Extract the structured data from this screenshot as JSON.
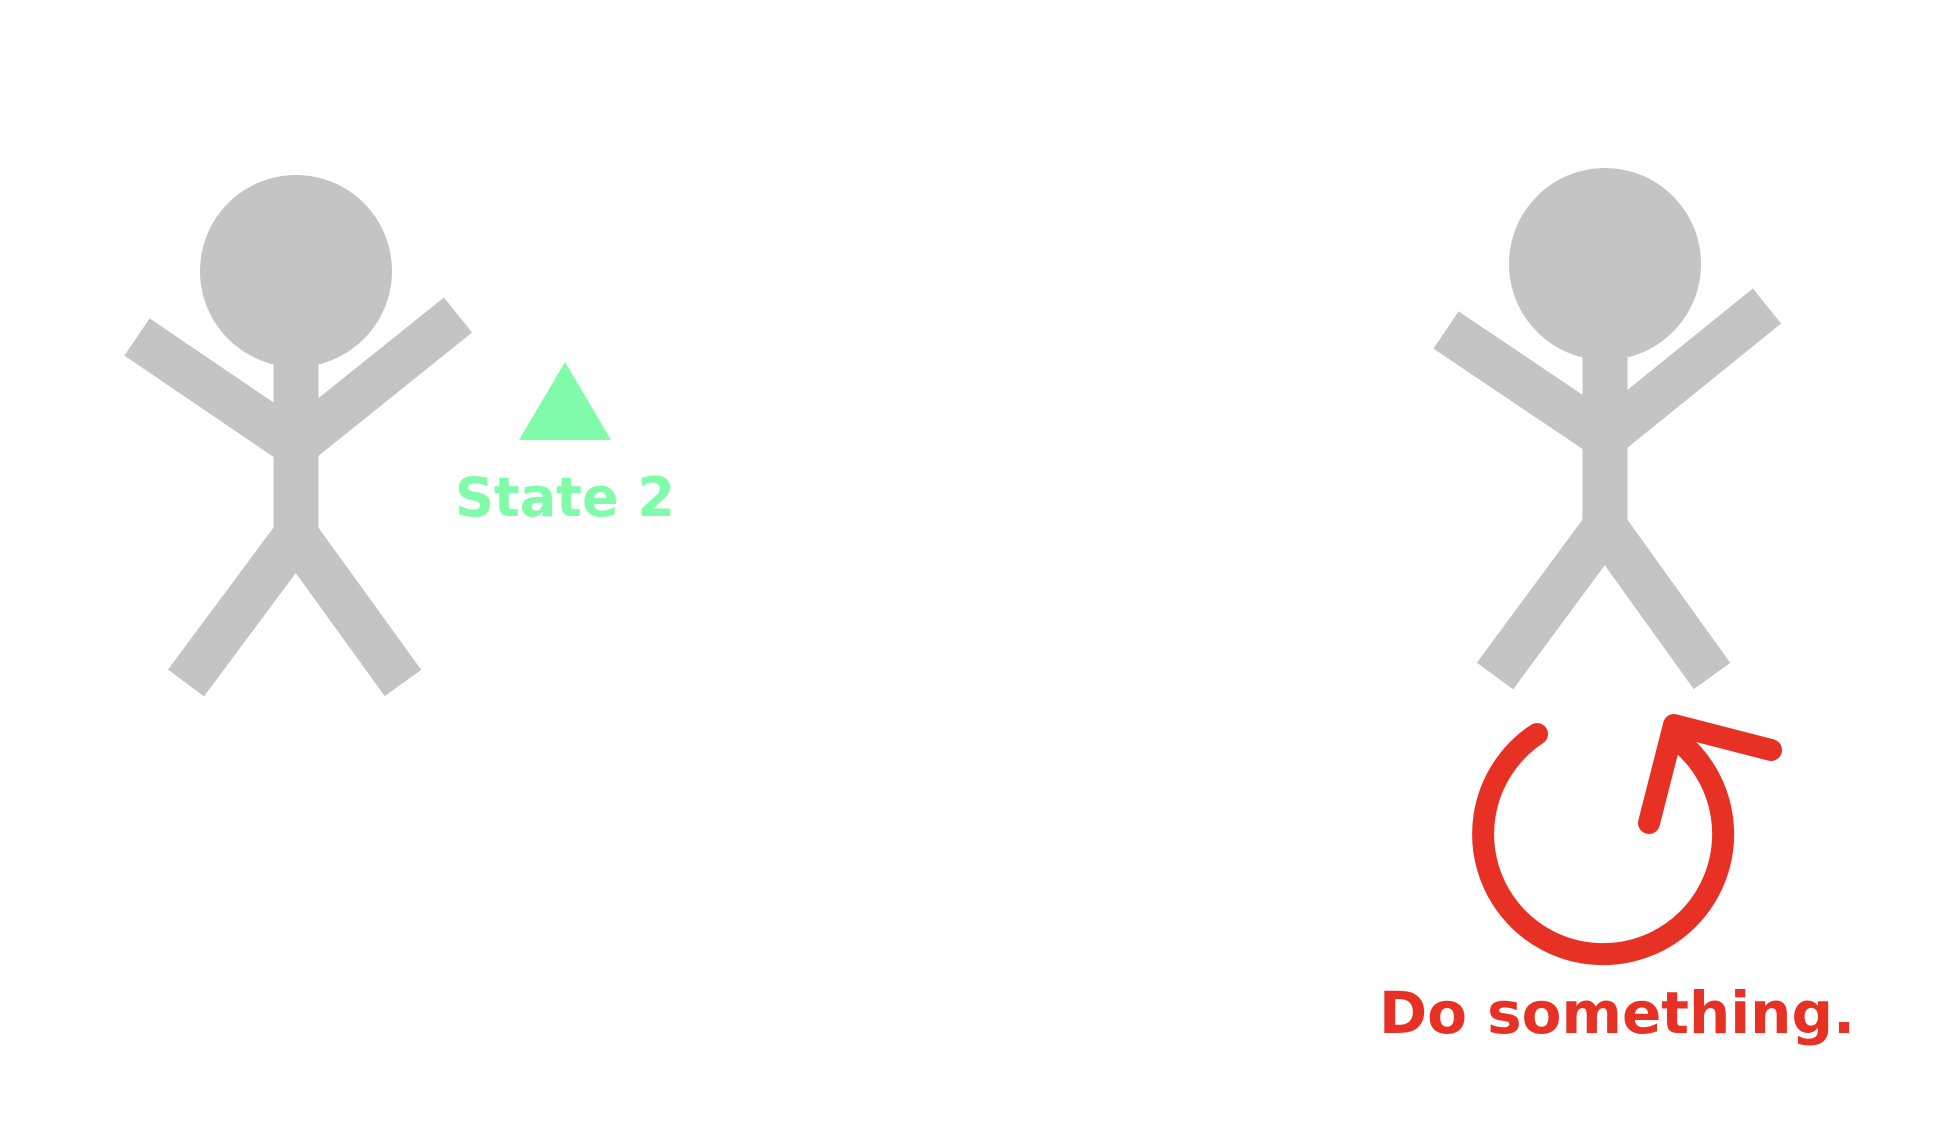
{
  "colors": {
    "figure": "#c4c4c4",
    "state": "#80fba9",
    "action": "#e83125",
    "background": "#ffffff"
  },
  "state": {
    "label": "State 2",
    "icon": "triangle-icon"
  },
  "action": {
    "label": "Do something.",
    "icon": "circular-arrow-icon"
  },
  "figures": [
    {
      "name": "stick-figure-left",
      "icon": "stick-figure-icon"
    },
    {
      "name": "stick-figure-right",
      "icon": "stick-figure-icon"
    }
  ]
}
